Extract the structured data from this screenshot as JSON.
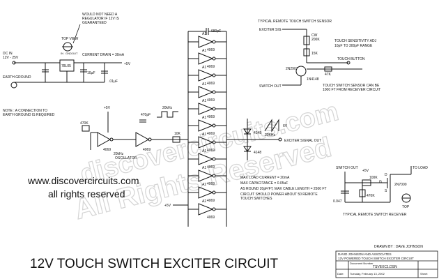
{
  "title": "12V TOUCH SWITCH EXCITER CIRCUIT",
  "website": {
    "url": "www.discovercircuits.com",
    "rights": "all rights reserved"
  },
  "watermark": {
    "line1": "discovercircuits.com",
    "line2": "All Rights Reserved"
  },
  "power_section": {
    "note_regulator": [
      "WOULD NOT NEED A",
      "REGULATOR IF 12V IS",
      "GUARANTEED"
    ],
    "top_view": "TOP VIEW",
    "pins": [
      "IN",
      "GND",
      "OUT"
    ],
    "regulator": "78L05",
    "dc_in": [
      "DC IN",
      "12V - 25V"
    ],
    "current_drain": "CURRENT DRAIN = 30mA",
    "v_out": "+5V",
    "cap1": "10µF",
    "cap2": ".01µF",
    "earth_ground": "EARTH GROUND",
    "note_earth": [
      "NOTE : A CONNECTION TO",
      "EARTH GROUND IS REQUIRED"
    ]
  },
  "oscillator": {
    "vcc": "+5V",
    "r1": "470K",
    "cap_top": "470pF",
    "freq": "20kHz",
    "freq2": "20kHz",
    "label": "OSCILLATOR",
    "u1": "4069",
    "u2": "4069",
    "r_series": "10K"
  },
  "buffers": {
    "cap_top": "680pF",
    "gates": [
      "A1",
      "A1",
      "A1",
      "A1",
      "A1",
      "A1",
      "A1",
      "A1",
      "A1",
      "A2",
      "A2"
    ],
    "part": "4069",
    "vcc_bottom": "+5V"
  },
  "output": {
    "diode1": "4148",
    "diode2": "4148",
    "label": "EXCITER SIGNAL OUT",
    "wave_freq": "20KHz",
    "wave_amp": "6V",
    "max_load": "MAX LOAD CURRENT = 20mA",
    "max_cap": "MAX CAPACITANCE = 0.05uF",
    "cable": "AS ROUND 20pF/FT, MAX CABLE LENGTH = 2500 FT",
    "ckt1": "CIRCUIT SHOULD POWER ABOUT 50 REMOTE",
    "ckt2": "TOUCH SWITCHES"
  },
  "sensor": {
    "title": "TYPICAL REMOTE TOUCH SWITCH SENSOR",
    "exciter_in": "EXCITER SIG",
    "cw": "CW",
    "pot": "200K",
    "r": "15K",
    "transistor": "2N2907",
    "switch_out": "SWITCH OUT",
    "diode": "1N4148",
    "r2": "47K",
    "sensitivity": "TOUCH SENSITIVITY ADJ",
    "range": "10pF TO 300pF RANGE",
    "button": "TOUCH BUTTON",
    "note1": "TOUCH SWITCH SENSOR CAN BE",
    "note2": "1000 FT FROM RECEIVER CIRCUIT"
  },
  "receiver": {
    "switch_out": "SWITCH OUT",
    "r1": "100K",
    "cap": "0.047",
    "r2": "470K",
    "d": "D",
    "g": "G",
    "s": "S",
    "mosfet": "2N7000",
    "load": "TO LOAD",
    "v": "+5V",
    "top": "TOP",
    "title": "TYPICAL REMOTE SWITCH RECEIVER"
  },
  "title_block": {
    "drawn_by": "DRAWN BY : DAVE JOHNSON",
    "company1": "DAVID JOHNSON AND ASSOCIATES",
    "company2": "12V POWERED TOUCH SWITCH EXCITER CIRCUIT",
    "doc_label": "Document Number",
    "doc": "TSVEXC1.DSN",
    "date_label": "Date:",
    "date": "Tuesday, February 13, 2002",
    "sheet_label": "Sheet"
  }
}
